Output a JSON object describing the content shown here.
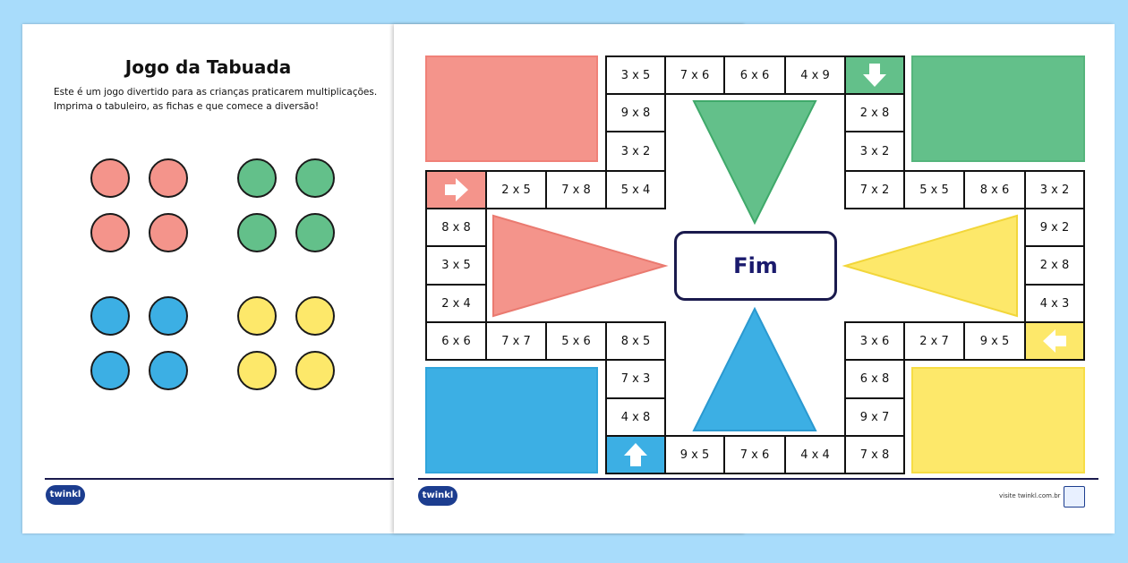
{
  "left_page": {
    "title": "Jogo da Tabuada",
    "description_line1": "Este é um jogo divertido para as crianças praticarem multiplicações.",
    "description_line2": "Imprima o tabuleiro, as fichas e que comece a diversão!"
  },
  "brand": {
    "logo": "twinkl",
    "visit_text": "visite twinkl.com.br"
  },
  "colors": {
    "red": "#f4948b",
    "green": "#63c08a",
    "blue": "#3cafe4",
    "yellow": "#fde86a",
    "background": "#a8dcfb",
    "navy": "#1a1a4d"
  },
  "board": {
    "center_label": "Fim",
    "top_row": [
      "3 x 5",
      "7 x 6",
      "6 x 6",
      "4 x 9"
    ],
    "top_right_column": [
      "2 x 8",
      "3 x 2"
    ],
    "top_left_column": [
      "9 x 8",
      "3 x 2",
      "5 x 4"
    ],
    "middle_left_row": [
      "2 x 5",
      "7 x 8"
    ],
    "middle_right_row": [
      "7 x 2",
      "5 x 5",
      "8 x 6",
      "3 x 2"
    ],
    "left_column": [
      "8 x 8",
      "3 x 5",
      "2 x 4",
      "6 x 6"
    ],
    "lower_left_row": [
      "7 x 7",
      "5 x 6",
      "8 x 5"
    ],
    "right_column": [
      "9 x 2",
      "2 x 8",
      "4 x 3"
    ],
    "lower_right_row": [
      "3 x 6",
      "2 x 7",
      "9 x 5"
    ],
    "bottom_left_column": [
      "7 x 3",
      "4 x 8"
    ],
    "bottom_row": [
      "9 x 5",
      "7 x 6",
      "4 x 4"
    ],
    "bottom_right_column": [
      "6 x 8",
      "9 x 7",
      "7 x 8"
    ],
    "arrows": {
      "green": "arrow-down-icon",
      "red": "arrow-right-icon",
      "yellow": "arrow-left-icon",
      "blue": "arrow-up-icon"
    }
  }
}
